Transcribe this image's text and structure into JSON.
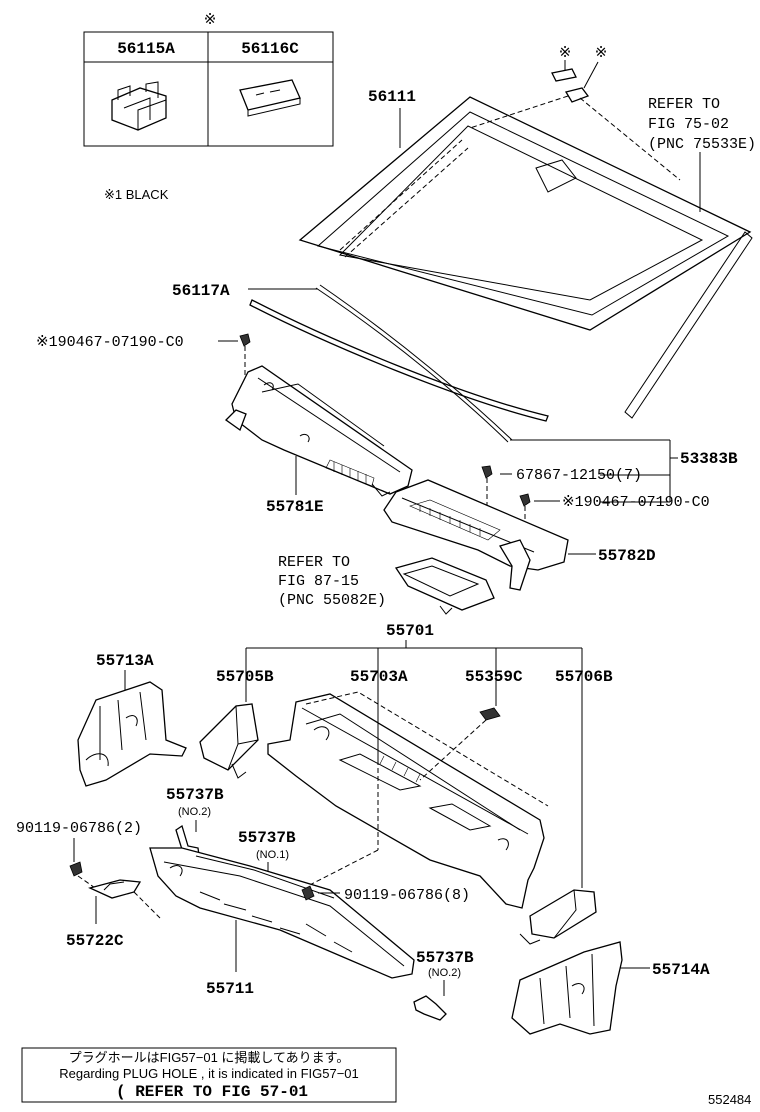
{
  "header": {
    "mark_top": "※",
    "col1": "56115A",
    "col2": "56116C",
    "legend": "※1 BLACK"
  },
  "callouts": {
    "mark_a": "※",
    "mark_b": "※",
    "glass": "56111",
    "refer_75": [
      "REFER TO",
      "FIG 75-02",
      "(PNC 75533E)"
    ],
    "p56117a": "56117A",
    "p190467_a": "※190467-07190-C0",
    "p53383b": "53383B",
    "p67867": "67867-12150(7)",
    "p190467_b": "※190467-07190-C0",
    "p55781e": "55781E",
    "p55782d": "55782D",
    "refer_87": [
      "REFER TO",
      "FIG 87-15",
      "(PNC 55082E)"
    ],
    "p55701": "55701",
    "p55713a": "55713A",
    "p55705b": "55705B",
    "p55703a": "55703A",
    "p55359c": "55359C",
    "p55706b": "55706B",
    "p55737b_no2a": "55737B",
    "no2a": "(NO.2)",
    "p90119_2": "90119-06786(2)",
    "p55737b_no1": "55737B",
    "no1": "(NO.1)",
    "p90119_8": "90119-06786(8)",
    "p55722c": "55722C",
    "p55737b_no2b": "55737B",
    "no2b": "(NO.2)",
    "p55714a": "55714A",
    "p55711": "55711"
  },
  "footer": {
    "line1": "プラグホールはFIG57−01 に掲載してあります。",
    "line2": "Regarding PLUG HOLE , it is indicated in FIG57−01",
    "line3": "( REFER TO FIG 57-01",
    "diagram_id": "552484"
  }
}
